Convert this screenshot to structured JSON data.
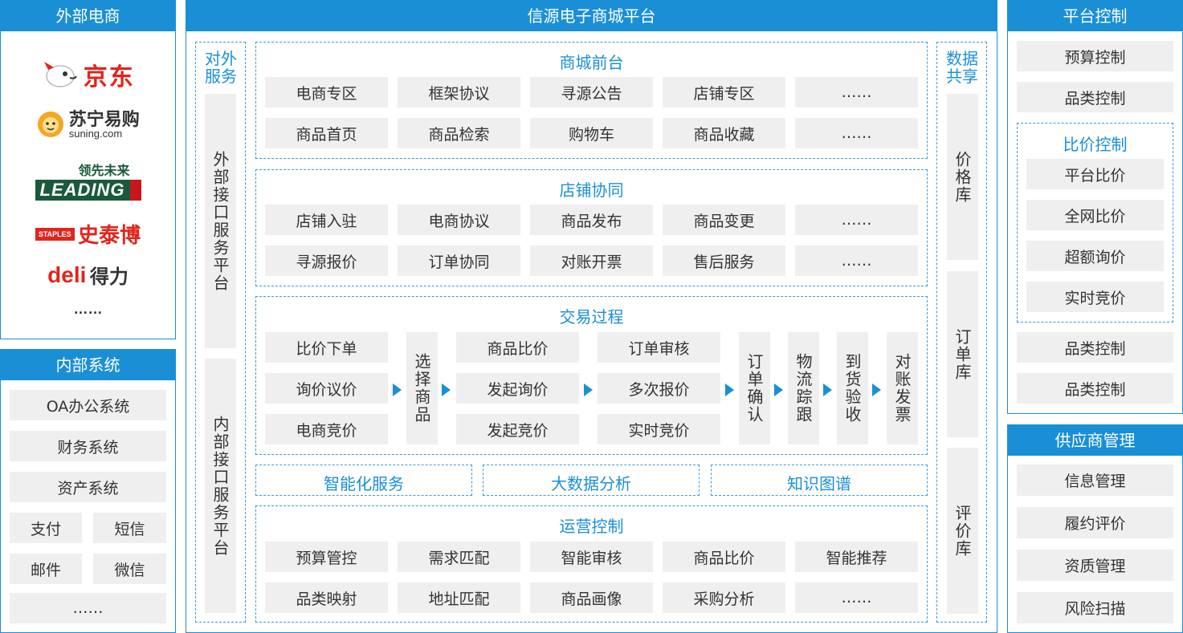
{
  "external": {
    "title": "外部电商",
    "logos": [
      {
        "name": "京东",
        "color": "#e1251b"
      },
      {
        "name": "苏宁易购",
        "sub": "suning.com",
        "color": "#333333",
        "accent": "#f5a623"
      },
      {
        "name": "领先未来",
        "sub": "LEADING",
        "color": "#c8161d"
      },
      {
        "name": "史泰博",
        "sub": "STAPLES",
        "color": "#e1251b"
      },
      {
        "name": "得力",
        "sub": "deli",
        "color": "#e1251b"
      }
    ],
    "more": "……"
  },
  "internal": {
    "title": "内部系统",
    "items": [
      "OA办公系统",
      "财务系统",
      "资产系统"
    ],
    "half_items": [
      "支付",
      "短信",
      "邮件",
      "微信"
    ],
    "more": "……"
  },
  "main": {
    "title": "信源电子商城平台",
    "left_label": "对外服务",
    "left_boxes": [
      "外部接口服务平台",
      "内部接口服务平台"
    ],
    "right_label": "数据共享",
    "right_boxes": [
      "价格库",
      "订单库",
      "评价库"
    ],
    "storefront": {
      "title": "商城前台",
      "rows": [
        [
          "电商专区",
          "框架协议",
          "寻源公告",
          "店铺专区",
          "……"
        ],
        [
          "商品首页",
          "商品检索",
          "购物车",
          "商品收藏",
          "……"
        ]
      ]
    },
    "store_collab": {
      "title": "店铺协同",
      "rows": [
        [
          "店铺入驻",
          "电商协议",
          "商品发布",
          "商品变更",
          "……"
        ],
        [
          "寻源报价",
          "订单协同",
          "对账开票",
          "售后服务",
          "……"
        ]
      ]
    },
    "transaction": {
      "title": "交易过程",
      "col1": [
        "比价下单",
        "询价议价",
        "电商竞价"
      ],
      "select": "选择商品",
      "col2": [
        "商品比价",
        "发起询价",
        "发起竞价"
      ],
      "col3": [
        "订单审核",
        "多次报价",
        "实时竞价"
      ],
      "steps": [
        "订单确认",
        "物流踪跟",
        "到货验收",
        "对账发票"
      ]
    },
    "services": [
      "智能化服务",
      "大数据分析",
      "知识图谱"
    ],
    "operations": {
      "title": "运营控制",
      "rows": [
        [
          "预算管控",
          "需求匹配",
          "智能审核",
          "商品比价",
          "智能推荐"
        ],
        [
          "品类映射",
          "地址匹配",
          "商品画像",
          "采购分析",
          "……"
        ]
      ]
    }
  },
  "platform": {
    "title": "平台控制",
    "top": [
      "预算控制",
      "品类控制"
    ],
    "compare": {
      "title": "比价控制",
      "items": [
        "平台比价",
        "全网比价",
        "超额询价",
        "实时竞价"
      ]
    },
    "bottom": [
      "品类控制",
      "品类控制"
    ]
  },
  "supplier": {
    "title": "供应商管理",
    "items": [
      "信息管理",
      "履约评价",
      "资质管理",
      "风险扫描"
    ]
  }
}
